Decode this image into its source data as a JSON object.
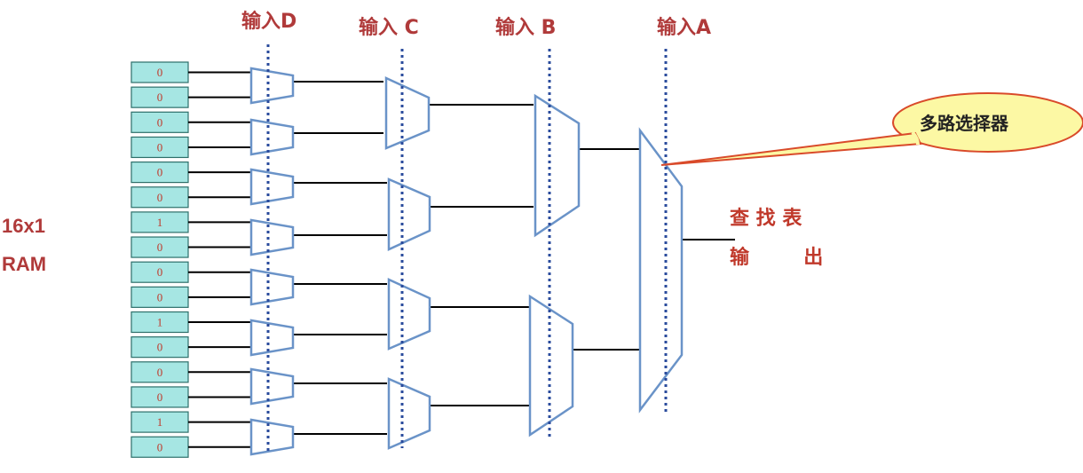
{
  "headers": {
    "input_d": "输入D",
    "input_c": "输入 C",
    "input_b": "输入 B",
    "input_a": "输入A"
  },
  "ram_label": {
    "line1": "16x1",
    "line2": "RAM"
  },
  "ram_cells": [
    "0",
    "0",
    "0",
    "0",
    "0",
    "0",
    "1",
    "0",
    "0",
    "0",
    "1",
    "0",
    "0",
    "0",
    "1",
    "0"
  ],
  "callout_text": "多路选择器",
  "output_label": {
    "line1": "查 找 表",
    "line2": "输        出"
  },
  "colors": {
    "cell_fill": "#a6e6e3",
    "mux_stroke": "#6a93c8",
    "dotted_line": "#2a4b9c",
    "callout_fill": "#fcf8a4",
    "callout_stroke": "#d94a2a",
    "label_red": "#b03a3a"
  }
}
